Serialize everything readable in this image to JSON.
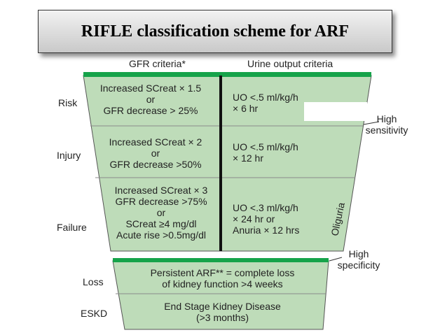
{
  "title": "RIFLE classification scheme for ARF",
  "headers": {
    "gfr": "GFR criteria*",
    "urine": "Urine output criteria"
  },
  "row_labels": {
    "risk": "Risk",
    "injury": "Injury",
    "failure": "Failure",
    "loss": "Loss",
    "eskd": "ESKD"
  },
  "risk": {
    "gfr": [
      "Increased SCreat × 1.5",
      "or",
      "GFR decrease > 25%"
    ],
    "uo": [
      "UO <.5 ml/kg/h",
      "× 6 hr"
    ]
  },
  "injury": {
    "gfr": [
      "Increased SCreat × 2",
      "or",
      "GFR decrease >50%"
    ],
    "uo": [
      "UO <.5 ml/kg/h",
      "× 12 hr"
    ]
  },
  "failure": {
    "gfr": [
      "Increased SCreat × 3",
      "GFR decrease >75%",
      "or",
      "SCreat ≥4 mg/dl",
      "Acute rise >0.5mg/dl"
    ],
    "uo": [
      "UO <.3 ml/kg/h",
      "× 24 hr or",
      "Anuria × 12 hrs"
    ]
  },
  "loss": {
    "text": [
      "Persistent ARF** = complete loss",
      "of kidney function >4 weeks"
    ]
  },
  "eskd": {
    "text": [
      "End Stage Kidney Disease",
      "(>3 months)"
    ]
  },
  "oliguria": "Oliguria",
  "side_labels": {
    "sensitivity": [
      "High",
      "sensitivity"
    ],
    "specificity": [
      "High",
      "specificity"
    ]
  },
  "colors": {
    "fill": "#bedcb9",
    "top_bar": "#16a34a",
    "outline": "#555555"
  }
}
